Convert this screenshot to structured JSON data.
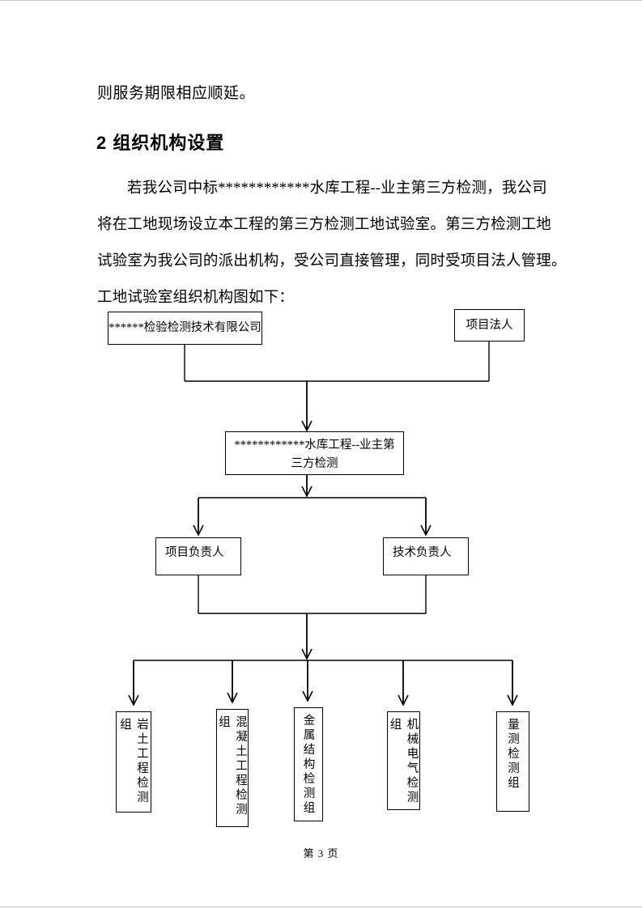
{
  "page": {
    "intro_line": "则服务期限相应顺延。",
    "heading": "2 组织机构设置",
    "paragraph_lines": [
      "若我公司中标************水库工程--业主第三方检测，我公司",
      "将在工地现场设立本工程的第三方检测工地试验室。第三方检测工地",
      "试验室为我公司的派出机构，受公司直接管理，同时受项目法人管理。",
      "工地试验室组织机构图如下："
    ],
    "footer": "第 3 页"
  },
  "org_chart": {
    "line_color": "#000000",
    "nodes": {
      "company": {
        "label": "******检验检测技术有限公司"
      },
      "owner": {
        "label": "项目法人"
      },
      "project": {
        "label": "************水库工程--业主第三方检测"
      },
      "project_manager": {
        "label": "项目负责人"
      },
      "technical_manager": {
        "label": "技术负责人"
      },
      "group_geotech": {
        "label": "岩土工程检测组"
      },
      "group_concrete": {
        "label": "混凝土工程检测组"
      },
      "group_metal": {
        "label": "金属结构检测组"
      },
      "group_mech_elec": {
        "label": "机械电气检测组"
      },
      "group_survey": {
        "label": "量测检测组"
      }
    }
  }
}
